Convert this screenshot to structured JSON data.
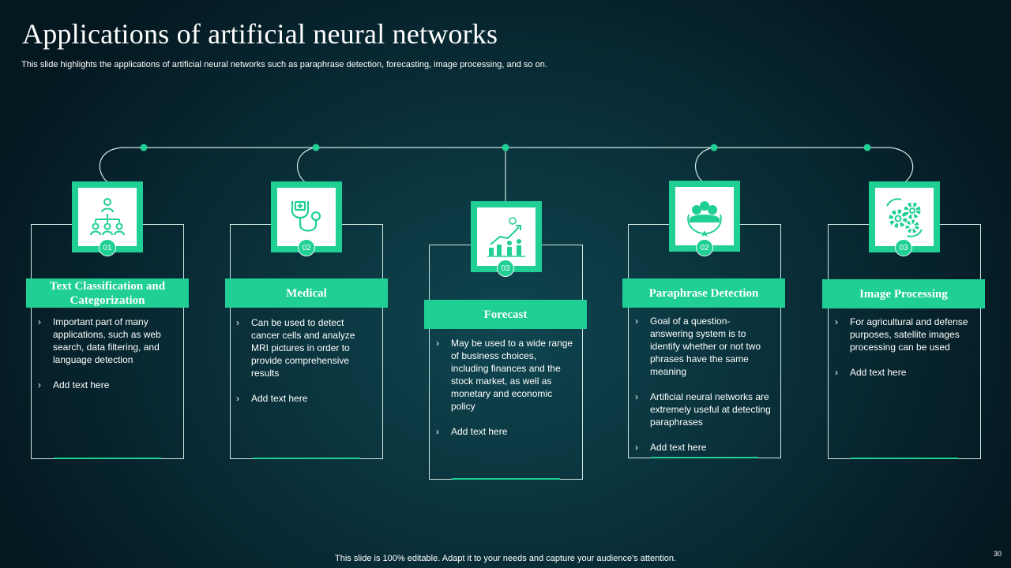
{
  "slide": {
    "title": "Applications of artificial neural networks",
    "subtitle": "This slide highlights the applications of artificial neural networks such as paraphrase detection, forecasting, image processing, and so on.",
    "footer": "This slide is 100% editable. Adapt it to your needs and capture your audience's attention.",
    "page_number": "30"
  },
  "colors": {
    "accent": "#1fcf94",
    "background": "#0b3640"
  },
  "cards": [
    {
      "number": "01",
      "icon": "org-chart-icon",
      "title": "Text Classification and Categorization",
      "items": [
        "Important part of many applications, such as web search, data filtering, and language detection",
        "Add text here"
      ]
    },
    {
      "number": "02",
      "icon": "stethoscope-icon",
      "title": "Medical",
      "items": [
        "Can be used to detect cancer cells and analyze MRI pictures in order to provide comprehensive results",
        "Add text here"
      ]
    },
    {
      "number": "03",
      "icon": "growth-chart-icon",
      "title": "Forecast",
      "items": [
        "May be used to a wide range of business choices, including finances and the stock market, as well as monetary and economic policy",
        "Add text here"
      ]
    },
    {
      "number": "02",
      "icon": "people-circle-icon",
      "title": "Paraphrase Detection",
      "items": [
        "Goal of a question-answering system is to identify whether or not two phrases have the same meaning",
        "Artificial neural networks are extremely useful at detecting paraphrases",
        "Add text here"
      ]
    },
    {
      "number": "03",
      "icon": "gears-icon",
      "title": "Image Processing",
      "items": [
        "For agricultural and defense purposes, satellite images processing can be used",
        "Add text here"
      ]
    }
  ]
}
